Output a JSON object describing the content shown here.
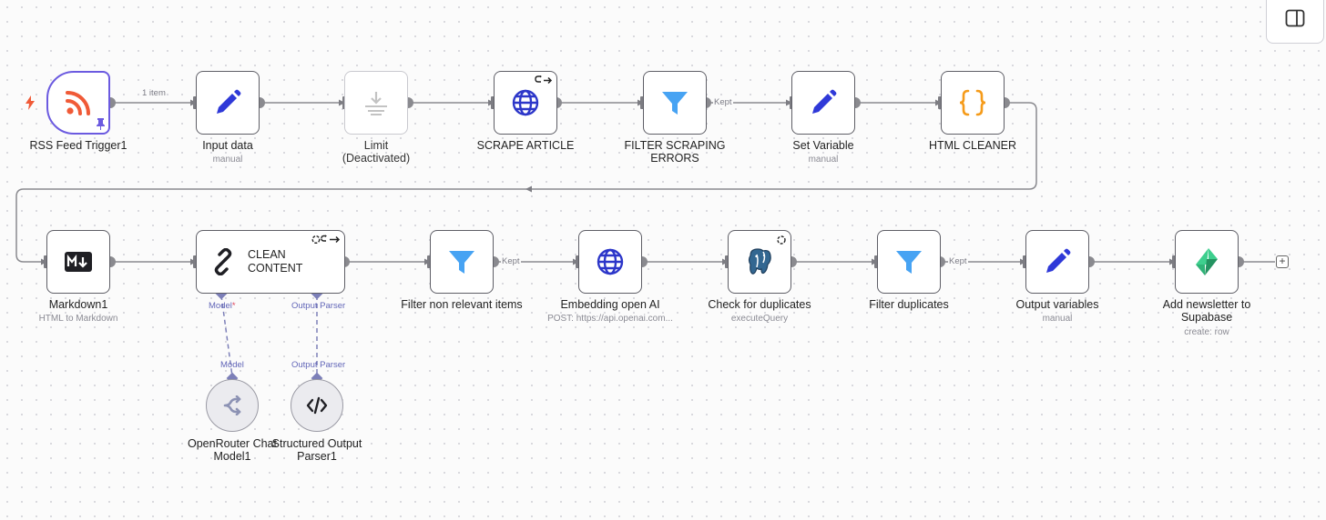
{
  "nodes": [
    {
      "name": "RSS Feed Trigger1",
      "subtitle": ""
    },
    {
      "name": "Input data",
      "subtitle": "manual"
    },
    {
      "name": "Limit\n(Deactivated)",
      "subtitle": ""
    },
    {
      "name": "SCRAPE ARTICLE",
      "subtitle": ""
    },
    {
      "name": "FILTER SCRAPING\nERRORS",
      "subtitle": ""
    },
    {
      "name": "Set Variable",
      "subtitle": "manual"
    },
    {
      "name": "HTML CLEANER",
      "subtitle": ""
    },
    {
      "name": "Markdown1",
      "subtitle": "HTML to Markdown"
    },
    {
      "name": "CLEAN\nCONTENT",
      "subtitle": ""
    },
    {
      "name": "Filter non relevant items",
      "subtitle": ""
    },
    {
      "name": "Embedding open AI",
      "subtitle": "POST: https://api.openai.com..."
    },
    {
      "name": "Check for duplicates",
      "subtitle": "executeQuery"
    },
    {
      "name": "Filter duplicates",
      "subtitle": ""
    },
    {
      "name": "Output variables",
      "subtitle": "manual"
    },
    {
      "name": "Add newsletter to\nSupabase",
      "subtitle": "create: row"
    },
    {
      "name": "OpenRouter Chat\nModel1",
      "subtitle": ""
    },
    {
      "name": "Structured Output\nParser1",
      "subtitle": ""
    }
  ],
  "edge_labels": {
    "items": "1 item",
    "kept_scrape": "Kept",
    "kept_relevant": "Kept",
    "kept_duplicates": "Kept"
  },
  "ports": {
    "model_out": "Model",
    "model_required": "*",
    "parser_out": "Output Parser",
    "model_in": "Model",
    "parser_in": "Output Parser"
  },
  "plus_handle": "+",
  "colors": {
    "rss": "#f05a37",
    "pen": "#2f39d8",
    "globe": "#2c36c9",
    "filter": "#47a3f3",
    "code": "#f59b1a",
    "supabase": "#3ecf8e",
    "trigger_border": "#6b5ae0",
    "port": "#7c7fb8"
  },
  "icons": [
    "rss-icon",
    "pen-icon",
    "limit-icon",
    "globe-icon",
    "filter-icon",
    "code-braces-icon",
    "markdown-icon",
    "link-icon",
    "postgres-icon",
    "supabase-icon",
    "openrouter-icon",
    "code-tag-icon",
    "panel-toggle-icon"
  ]
}
